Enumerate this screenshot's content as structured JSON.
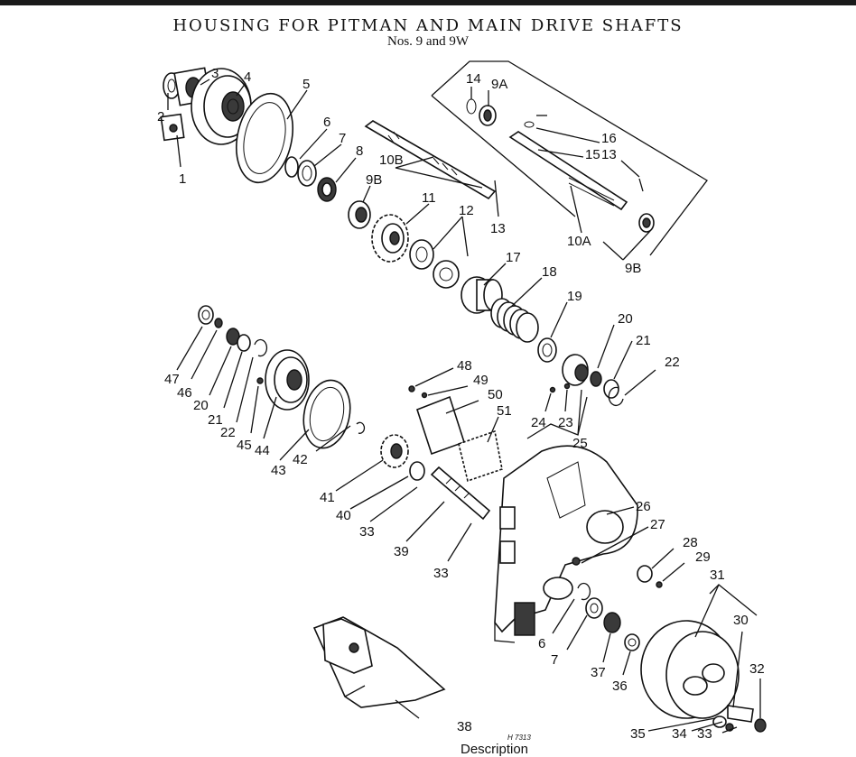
{
  "title": "HOUSING FOR PITMAN AND MAIN DRIVE SHAFTS",
  "subtitle": "Nos. 9 and 9W",
  "figure_code": "H 7313",
  "footer_partial": "Description",
  "callouts": {
    "c1": "1",
    "c2": "2",
    "c3": "3",
    "c4": "4",
    "c5": "5",
    "c6a": "6",
    "c7a": "7",
    "c8": "8",
    "c9b_a": "9B",
    "c10b": "10B",
    "c11": "11",
    "c12": "12",
    "c13a": "13",
    "c14": "14",
    "c9a": "9A",
    "c16": "16",
    "c15": "15",
    "c13b": "13",
    "c10a": "10A",
    "c9b_b": "9B",
    "c17": "17",
    "c18": "18",
    "c19": "19",
    "c20b": "20",
    "c21b": "21",
    "c22b": "22",
    "c24": "24",
    "c23": "23",
    "c25": "25",
    "c47": "47",
    "c46": "46",
    "c20a": "20",
    "c21a": "21",
    "c22a": "22",
    "c45": "45",
    "c44": "44",
    "c43": "43",
    "c42": "42",
    "c41": "41",
    "c40": "40",
    "c33a": "33",
    "c39": "39",
    "c33b": "33",
    "c48": "48",
    "c49": "49",
    "c50": "50",
    "c51": "51",
    "c26": "26",
    "c27": "27",
    "c28": "28",
    "c29": "29",
    "c31": "31",
    "c30": "30",
    "c32": "32",
    "c6b": "6",
    "c7b": "7",
    "c37": "37",
    "c36": "36",
    "c38": "38",
    "c35": "35",
    "c34": "34",
    "c33c": "33"
  }
}
